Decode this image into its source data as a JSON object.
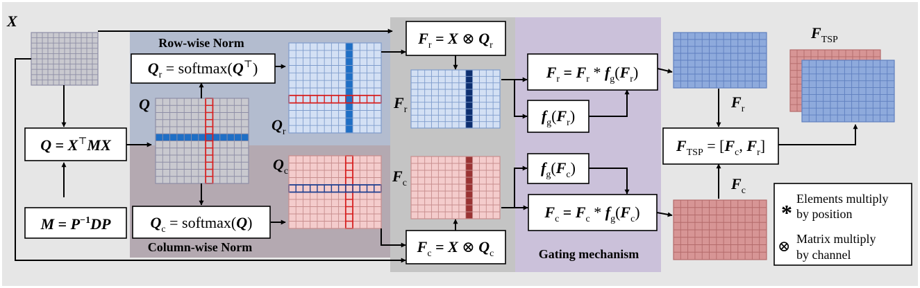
{
  "figure": {
    "input_label": "X",
    "panels": {
      "row_norm_title": "Row-wise Norm",
      "col_norm_title": "Column-wise Norm",
      "gating_title": "Gating mechanism"
    },
    "equations": {
      "Q_main": {
        "a": "Q",
        "b": " = ",
        "c": "X",
        "d": "⊤",
        "e": "MX"
      },
      "M_main": {
        "a": "M",
        "b": " = ",
        "c": "P",
        "d": "−1",
        "e": "DP"
      },
      "Q_r": {
        "a": "Q",
        "b": "r",
        "c": " = softmax(",
        "d": "Q",
        "e": "⊤",
        "f": ")"
      },
      "Q_c": {
        "a": "Q",
        "b": "c",
        "c": " = softmax(",
        "d": "Q",
        "e": ")"
      },
      "F_r_top": {
        "a": "F",
        "b": "r",
        "c": " = ",
        "d": "X",
        "e": " ⊗ ",
        "f": "Q",
        "g": "r"
      },
      "F_c_bottom": {
        "a": "F",
        "b": "c",
        "c": " = ",
        "d": "X",
        "e": " ⊗ ",
        "f": "Q",
        "g": "c"
      },
      "F_r_gate": {
        "a": "F",
        "b": "r",
        "c": " = ",
        "d": "F",
        "e": "r",
        "f": " * ",
        "g": "f",
        "h": "g",
        "i": "(",
        "j": "F",
        "k": "r",
        "l": ")"
      },
      "f_g_r": {
        "a": "f",
        "b": "g",
        "c": "(",
        "d": "F",
        "e": "r",
        "f": ")"
      },
      "f_g_c": {
        "a": "f",
        "b": "g",
        "c": "(",
        "d": "F",
        "e": "c",
        "f": ")"
      },
      "F_c_gate": {
        "a": "F",
        "b": "c",
        "c": " = ",
        "d": "F",
        "e": "c",
        "f": " * ",
        "g": "f",
        "h": "g",
        "i": "(",
        "j": "F",
        "k": "c",
        "l": ")"
      },
      "F_tsp": {
        "a": "F",
        "b": "TSP",
        "c": " = [",
        "d": "F",
        "e": "c",
        "f": ", ",
        "g": "F",
        "h": "r",
        "i": "]"
      }
    },
    "matrix_labels": {
      "Q": "Q",
      "Q_r": {
        "a": "Q",
        "b": "r"
      },
      "Q_c": {
        "a": "Q",
        "b": "c"
      },
      "F_r": {
        "a": "F",
        "b": "r"
      },
      "F_c": {
        "a": "F",
        "b": "c"
      },
      "F_r_out": {
        "a": "F",
        "b": "r"
      },
      "F_c_out": {
        "a": "F",
        "b": "c"
      },
      "F_TSP": {
        "a": "F",
        "b": "TSP"
      }
    },
    "legend": {
      "star_symbol": "*",
      "star_line1": "Elements multiply",
      "star_line2": "by position",
      "otimes_symbol": "⊗",
      "otimes_line1": "Matrix multiply",
      "otimes_line2": "by channel"
    },
    "colors": {
      "background": "#e6e6e6",
      "row_panel": "#b3bccf",
      "col_panel": "#b4a9b1",
      "middle_panel": "#c4c4c4",
      "gating_panel": "#cbc1da",
      "gray_grid": "#c9c9cf",
      "light_blue": "#d3e0f4",
      "mid_blue": "#8eaadc",
      "light_red": "#f4cccc",
      "mid_red": "#d79595",
      "blue_highlight": "#1f6fc5",
      "dark_blue_highlight": "#0d2f70",
      "red_outline": "#d62020",
      "dark_red_highlight": "#9a3434",
      "grid_line_gray": "#8e8ea6"
    }
  }
}
